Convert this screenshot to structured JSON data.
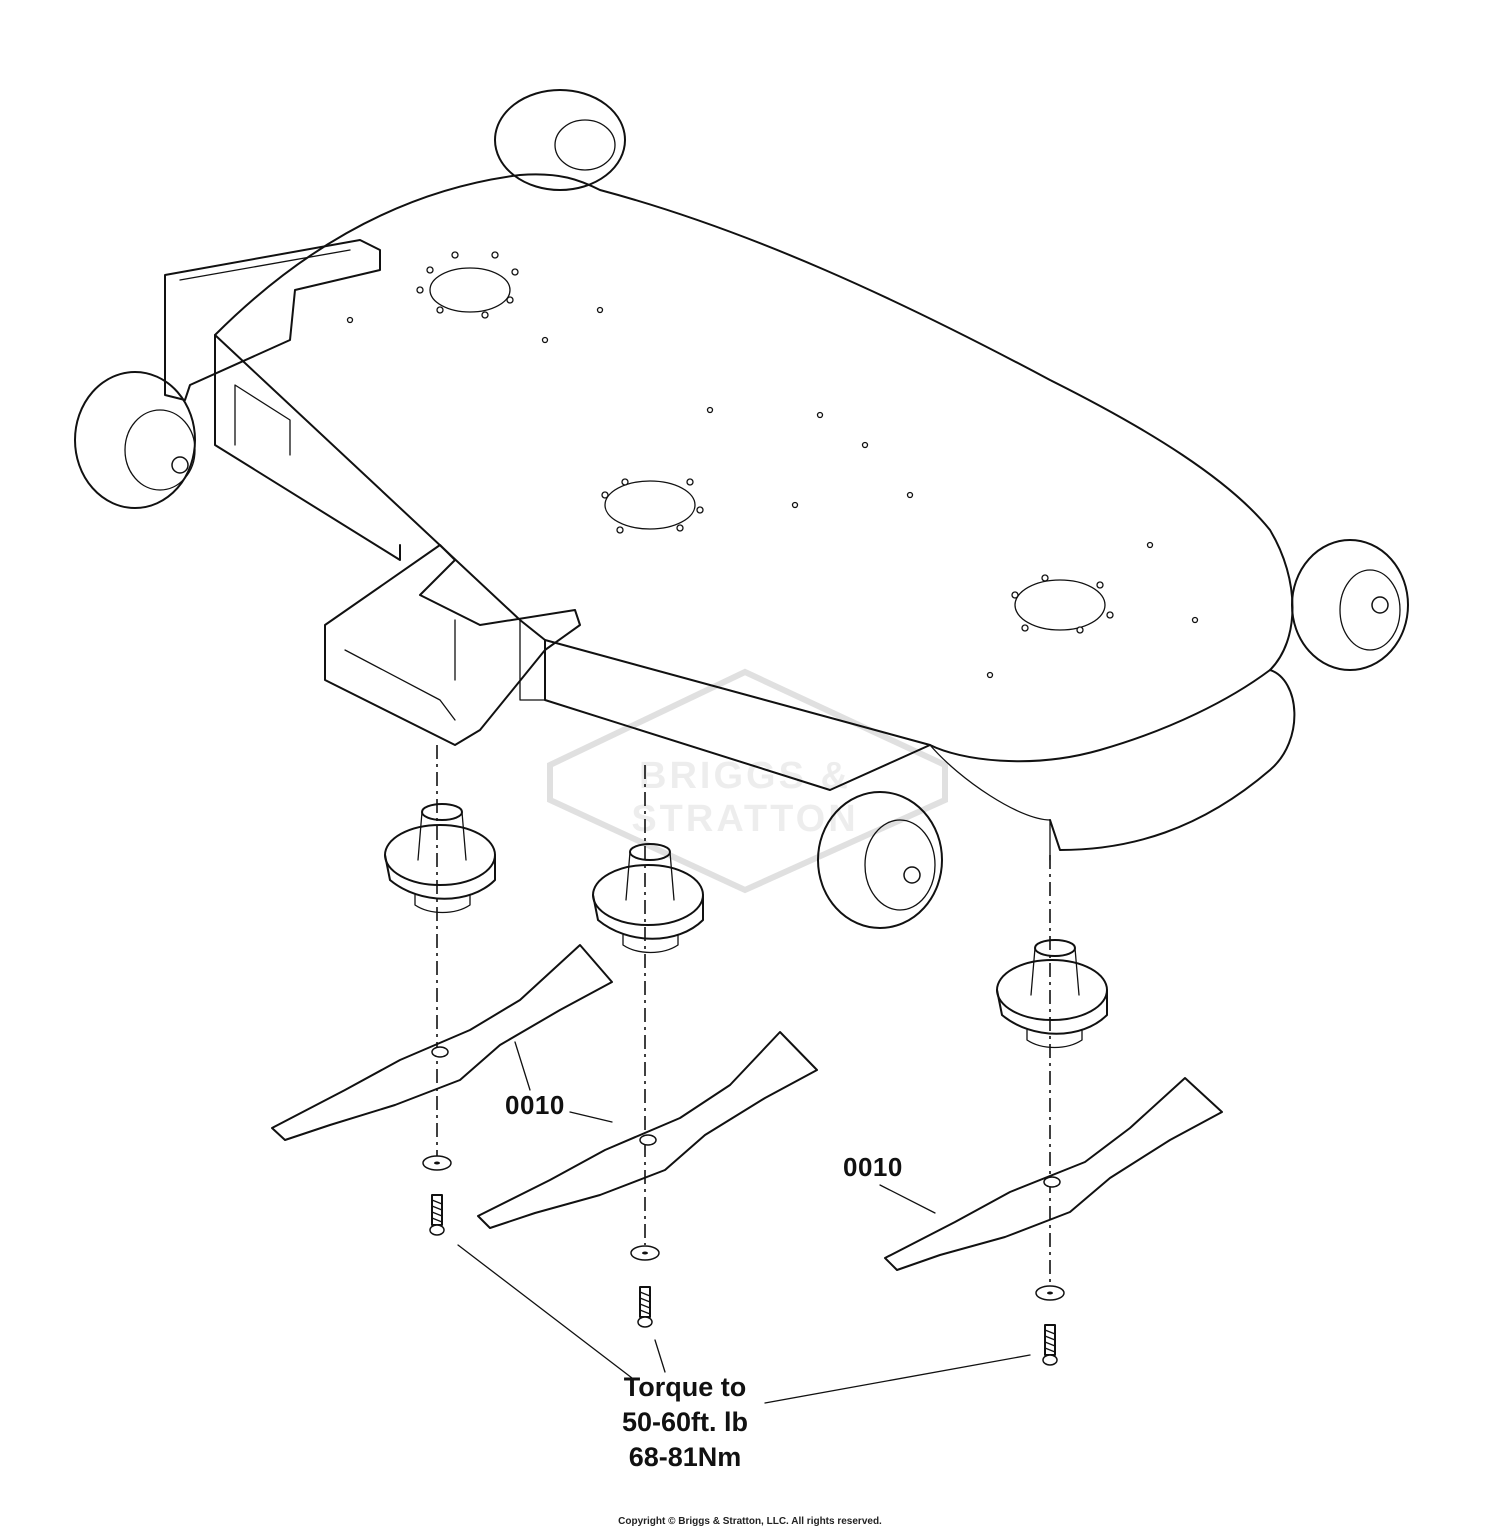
{
  "callouts": {
    "blade_left": "0010",
    "blade_right": "0010"
  },
  "torque_note": {
    "line1": "Torque to",
    "line2": "50-60ft. lb",
    "line3": "68-81Nm"
  },
  "watermark": "BRIGGS & STRATTON",
  "copyright": "Copyright © Briggs & Stratton, LLC. All rights reserved."
}
